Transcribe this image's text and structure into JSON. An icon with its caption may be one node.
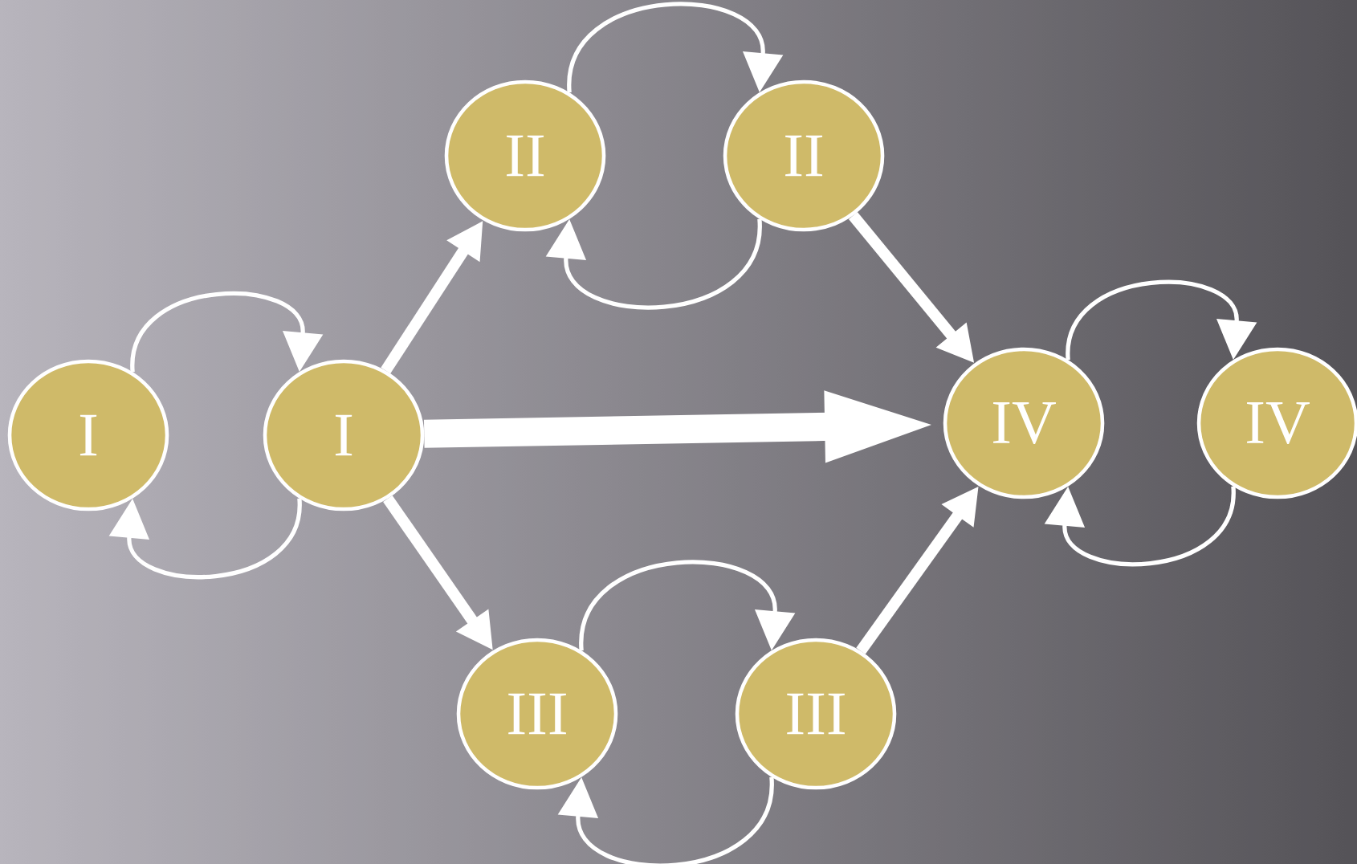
{
  "diagram": {
    "nodes": [
      {
        "text": [
          "I"
        ]
      },
      {
        "text": [
          "I"
        ]
      },
      {
        "text": [
          "II"
        ]
      },
      {
        "text": [
          "II"
        ]
      },
      {
        "text": [
          "III"
        ]
      },
      {
        "text": [
          "III"
        ]
      },
      {
        "text": [
          "IV"
        ]
      },
      {
        "text": [
          "IV"
        ]
      }
    ],
    "edges": [
      {
        "from": 0,
        "to": 1,
        "arrow": "to"
      },
      {
        "from": 1,
        "to": 0,
        "arrow": "to"
      },
      {
        "from": 2,
        "to": 3,
        "arrow": "to"
      },
      {
        "from": 3,
        "to": 2,
        "arrow": "to"
      },
      {
        "from": 4,
        "to": 5,
        "arrow": "to"
      },
      {
        "from": 5,
        "to": 4,
        "arrow": "to"
      },
      {
        "from": 6,
        "to": 7,
        "arrow": "to"
      },
      {
        "from": 7,
        "to": 6,
        "arrow": "to"
      },
      {
        "from": 1,
        "to": 2,
        "arrow": "to",
        "style": "thick"
      },
      {
        "from": 1,
        "to": 6,
        "arrow": "to",
        "style": "thick"
      },
      {
        "from": 1,
        "to": 4,
        "arrow": "to",
        "style": "thick"
      },
      {
        "from": 3,
        "to": 6,
        "arrow": "to",
        "style": "thick"
      },
      {
        "from": 5,
        "to": 6,
        "arrow": "to",
        "style": "thick"
      }
    ]
  }
}
